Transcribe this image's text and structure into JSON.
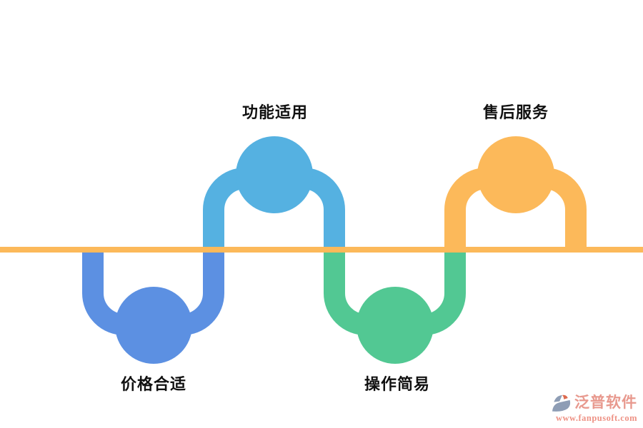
{
  "diagram": {
    "baseline_color": "#FCB95A",
    "milestones": [
      {
        "id": "price",
        "label": "价格合适",
        "color": "#5C90E2",
        "position": "below"
      },
      {
        "id": "function",
        "label": "功能适用",
        "color": "#55B1E1",
        "position": "above"
      },
      {
        "id": "operation",
        "label": "操作简易",
        "color": "#52C893",
        "position": "below"
      },
      {
        "id": "service",
        "label": "售后服务",
        "color": "#FCB95A",
        "position": "above"
      }
    ]
  },
  "watermark": {
    "brand": "泛普软件",
    "url": "www.fanpusoft.com",
    "brand_color": "#E8998E",
    "url_color": "#EE9285",
    "icon_color": "#8E9DB5",
    "icon_accent_color": "#DD6B50"
  }
}
